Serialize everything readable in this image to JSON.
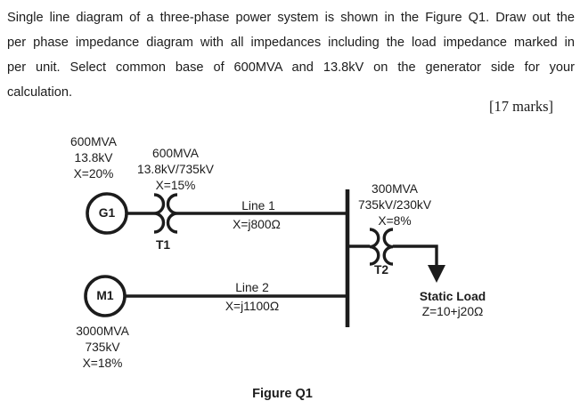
{
  "question": {
    "lines": [
      "Single line diagram of a three-phase power system is shown in the Figure Q1. Draw out the",
      "per phase impedance diagram with all impedances including the load impedance marked in",
      "per unit. Select common base of 600MVA and 13.8kV on the generator side for your",
      "calculation."
    ],
    "marks": "[17 marks]"
  },
  "figure": {
    "caption": "Figure Q1",
    "generator": {
      "id": "G1",
      "ratings": [
        "600MVA",
        "13.8kV",
        "X=20%"
      ]
    },
    "transformer1": {
      "id": "T1",
      "ratings": [
        "600MVA",
        "13.8kV/735kV",
        "X=15%"
      ]
    },
    "transformer2": {
      "id": "T2",
      "ratings": [
        "300MVA",
        "735kV/230kV",
        "X=8%"
      ]
    },
    "line1": {
      "name": "Line 1",
      "impedance": "X=j800Ω"
    },
    "line2": {
      "name": "Line 2",
      "impedance": "X=j1100Ω"
    },
    "motor": {
      "id": "M1",
      "ratings": [
        "3000MVA",
        "735kV",
        "X=18%"
      ]
    },
    "load": {
      "name": "Static Load",
      "impedance": "Z=10+j20Ω"
    },
    "ink_color": "#1c1c1c"
  }
}
